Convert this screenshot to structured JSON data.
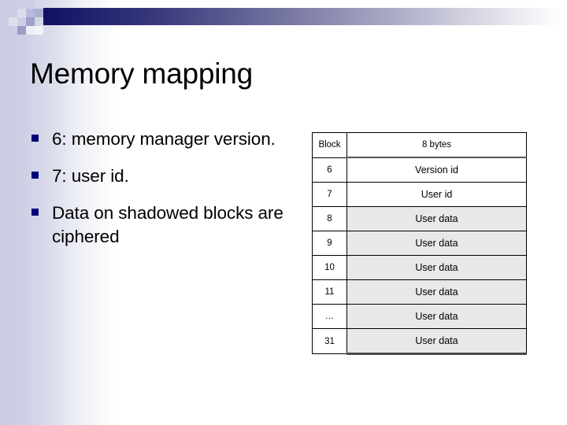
{
  "slide": {
    "title": "Memory mapping",
    "bullets": [
      {
        "text": "6: memory manager version."
      },
      {
        "text": "7: user id."
      },
      {
        "text": "Data on shadowed blocks are ciphered"
      }
    ]
  },
  "table": {
    "columns": [
      "Block",
      "8 bytes"
    ],
    "rows": [
      {
        "block": "6",
        "value": "Version id",
        "shaded": false
      },
      {
        "block": "7",
        "value": "User id",
        "shaded": false
      },
      {
        "block": "8",
        "value": "User data",
        "shaded": true
      },
      {
        "block": "9",
        "value": "User data",
        "shaded": true
      },
      {
        "block": "10",
        "value": "User data",
        "shaded": true
      },
      {
        "block": "11",
        "value": "User data",
        "shaded": true
      },
      {
        "block": "…",
        "value": "User data",
        "shaded": true
      },
      {
        "block": "31",
        "value": "User data",
        "shaded": true
      }
    ]
  },
  "theme": {
    "bar_start": "#111164",
    "bar_end": "#ffffff",
    "bullet_marker": "#00007a",
    "wash": "#c9cbe2",
    "shaded_cell": "#e8e8e8",
    "deco_light": "#cdcee6",
    "deco_mid": "#a7a9cf",
    "deco_pale": "#e2e3ef"
  }
}
